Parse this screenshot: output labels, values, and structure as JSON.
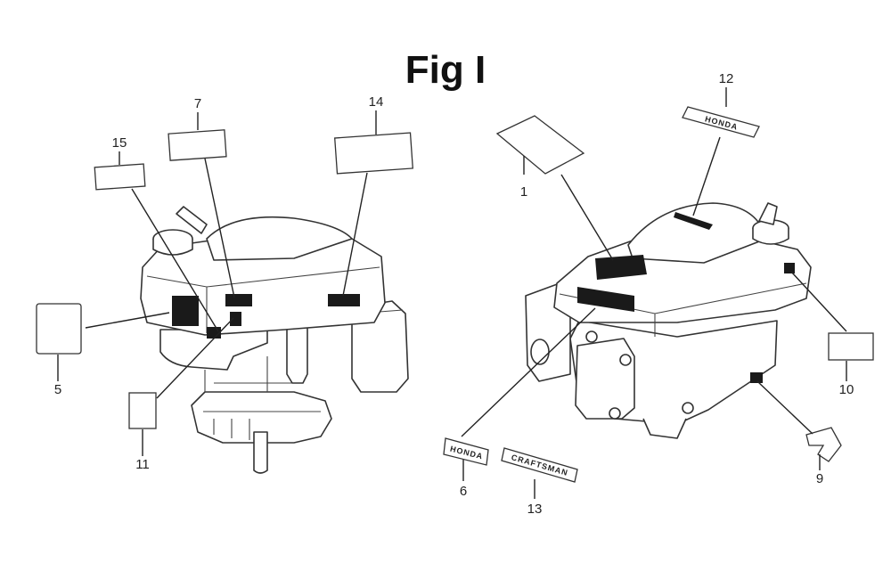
{
  "figure": {
    "title": "Fig I"
  },
  "callouts": {
    "c1": "1",
    "c5": "5",
    "c6": "6",
    "c7": "7",
    "c9": "9",
    "c10": "10",
    "c11": "11",
    "c12": "12",
    "c13": "13",
    "c14": "14",
    "c15": "15"
  },
  "emblems": {
    "honda_small": "HONDA",
    "honda_top": "HONDA",
    "craftsman": "CRAFTSMAN"
  },
  "colors": {
    "line": "#222222",
    "label_fill": "#1a1a1a",
    "background": "#ffffff"
  }
}
